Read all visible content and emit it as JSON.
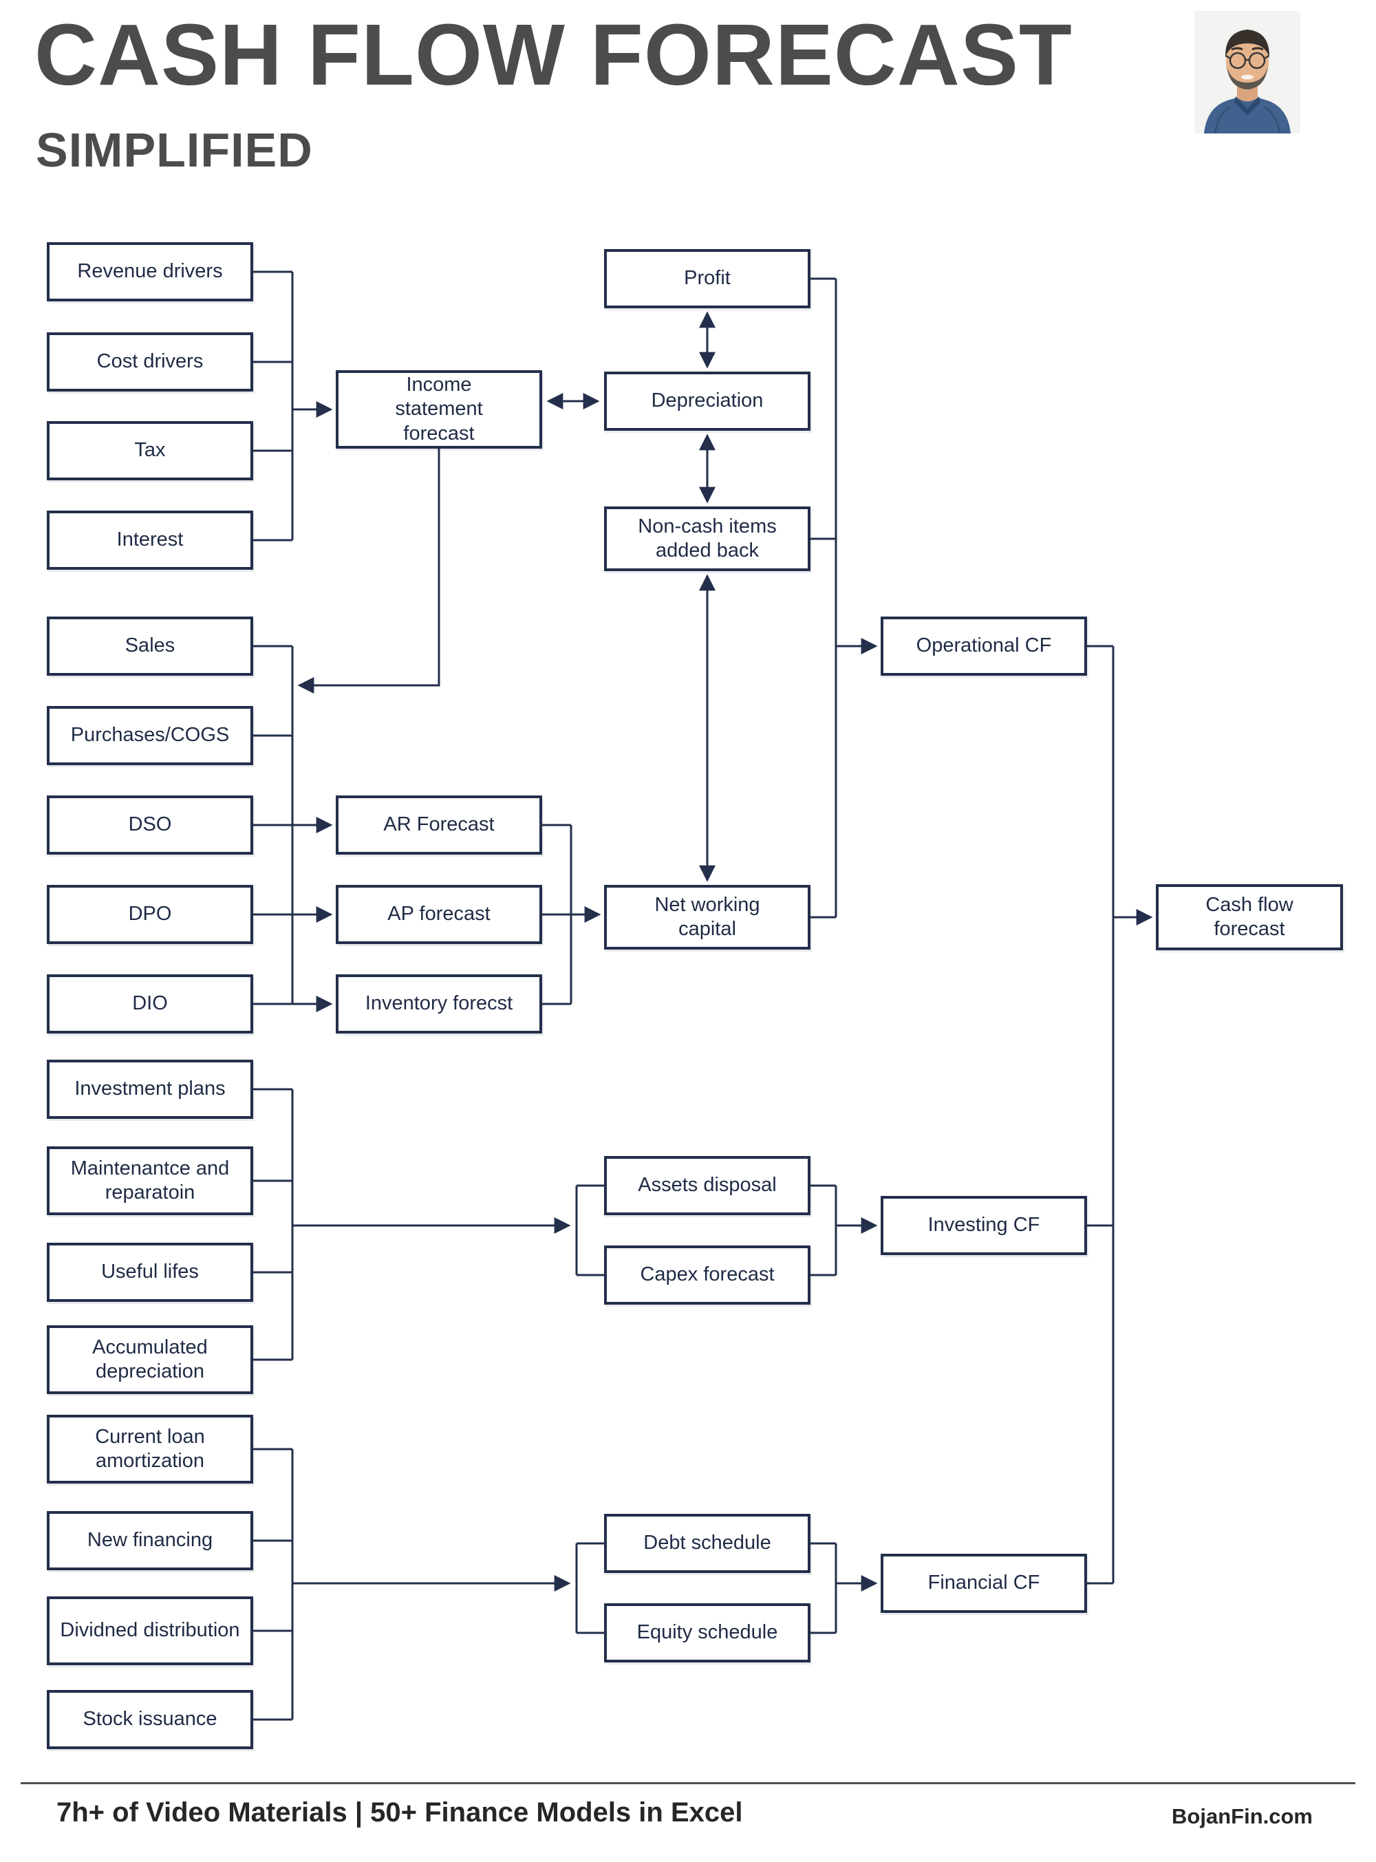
{
  "header": {
    "title": "CASH FLOW FORECAST",
    "subtitle": "SIMPLIFIED"
  },
  "avatar": {
    "name": "author-headshot-photo"
  },
  "nodes": {
    "revenue_drivers": "Revenue drivers",
    "cost_drivers": "Cost drivers",
    "tax": "Tax",
    "interest": "Interest",
    "sales": "Sales",
    "purchases_cogs": "Purchases/COGS",
    "dso": "DSO",
    "dpo": "DPO",
    "dio": "DIO",
    "investment_plans": "Investment plans",
    "maintenance": "Maintenantce and reparatoin",
    "useful_lifes": "Useful lifes",
    "accumulated_depreciation": "Accumulated depreciation",
    "current_loan": "Current loan amortization",
    "new_financing": "New financing",
    "dividend_distribution": "Dividned distribution",
    "stock_issuance": "Stock issuance",
    "income_statement": "Income statement forecast",
    "ar_forecast": "AR Forecast",
    "ap_forecast": "AP forecast",
    "inventory_forecast": "Inventory forecst",
    "profit": "Profit",
    "depreciation": "Depreciation",
    "non_cash": "Non-cash items added back",
    "net_working_capital": "Net working capital",
    "assets_disposal": "Assets disposal",
    "capex_forecast": "Capex forecast",
    "debt_schedule": "Debt schedule",
    "equity_schedule": "Equity schedule",
    "operational_cf": "Operational CF",
    "investing_cf": "Investing CF",
    "financial_cf": "Financial CF",
    "cash_flow_forecast": "Cash flow forecast"
  },
  "footer": {
    "left": "7h+ of Video Materials | 50+ Finance Models in Excel",
    "right": "BojanFin.com"
  },
  "colors": {
    "box_border": "#232f4b",
    "box_text": "#1f2b45",
    "line": "#232f4b",
    "title": "#4c4c4c",
    "shirt_blue": "#41628e"
  }
}
